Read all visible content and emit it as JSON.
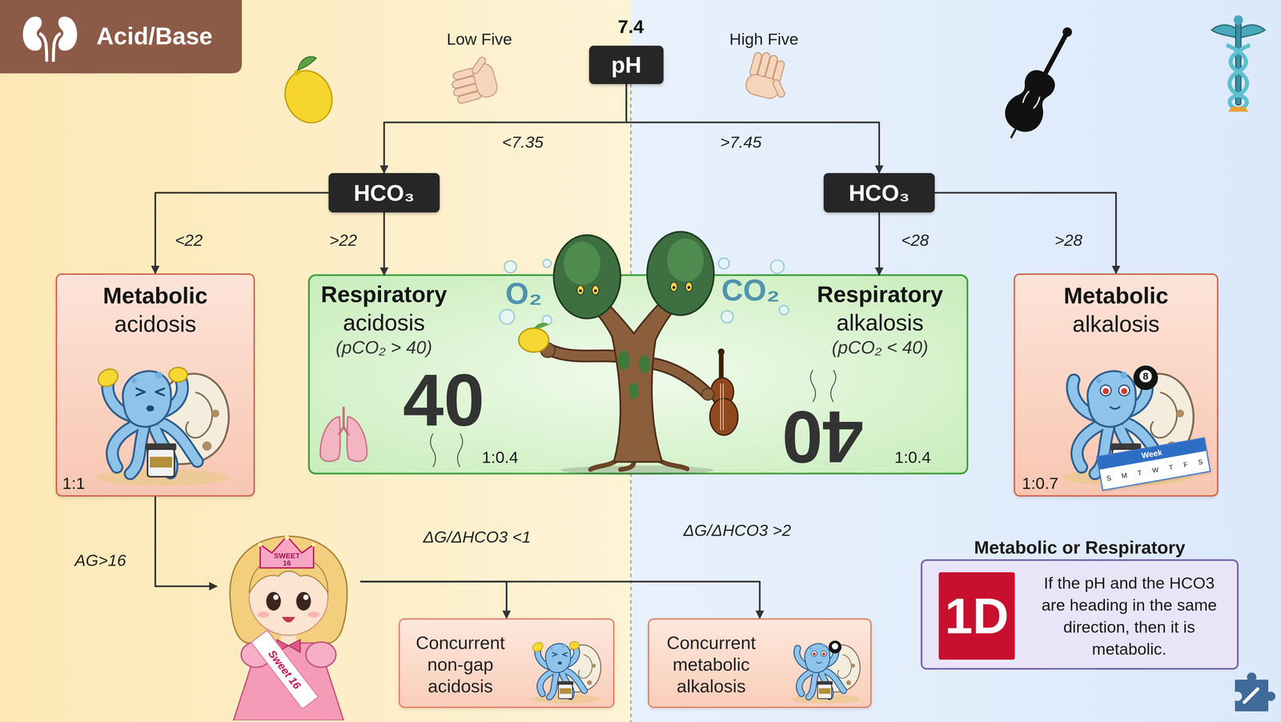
{
  "diagram": {
    "title": "Acid/Base",
    "nodes": [
      {
        "text": [
          "pH"
        ]
      },
      {
        "text": [
          "HCO₃"
        ]
      },
      {
        "text": [
          "HCO₃"
        ]
      },
      {
        "text": [
          "Metabolic",
          "acidosis",
          "1:1"
        ]
      },
      {
        "text": [
          "Respiratory",
          "acidosis",
          "(pCO₂ > 40)",
          "40",
          "1:0.4"
        ]
      },
      {
        "text": [
          "Respiratory",
          "alkalosis",
          "(pCO₂ < 40)",
          "40",
          "1:0.4"
        ]
      },
      {
        "text": [
          "Metabolic",
          "alkalosis",
          "8",
          "1:0.7",
          "Week",
          "S",
          "M",
          "T",
          "W",
          "T",
          "F",
          "S"
        ]
      },
      {
        "text": [
          "SWEET 16",
          "Sweet 16"
        ]
      },
      {
        "text": [
          "Concurrent non-gap acidosis"
        ]
      },
      {
        "text": [
          "Concurrent metabolic alkalosis"
        ]
      },
      {
        "text": [
          "Metabolic or Respiratory",
          "1D",
          "If the pH and the HCO3 are heading in the same direction, then it is metabolic."
        ]
      }
    ],
    "edges": [
      {
        "from": 0,
        "to": 1,
        "arrow": "to",
        "label": "<7.35"
      },
      {
        "from": 0,
        "to": 2,
        "arrow": "to",
        "label": ">7.45"
      },
      {
        "from": 1,
        "to": 3,
        "arrow": "to",
        "label": "<22"
      },
      {
        "from": 1,
        "to": 4,
        "arrow": "to",
        "label": ">22"
      },
      {
        "from": 2,
        "to": 5,
        "arrow": "to",
        "label": "<28"
      },
      {
        "from": 2,
        "to": 6,
        "arrow": "to",
        "label": ">28"
      },
      {
        "from": 3,
        "to": 7,
        "arrow": "to",
        "label": "AG>16"
      },
      {
        "from": 7,
        "to": 8,
        "arrow": "to",
        "label": "ΔG/ΔHCO3 <1"
      },
      {
        "from": 7,
        "to": 9,
        "arrow": "to",
        "label": "ΔG/ΔHCO3 >2"
      }
    ],
    "labels": [
      "7.4",
      "Low Five",
      "High Five",
      "O₂",
      "CO₂"
    ]
  }
}
